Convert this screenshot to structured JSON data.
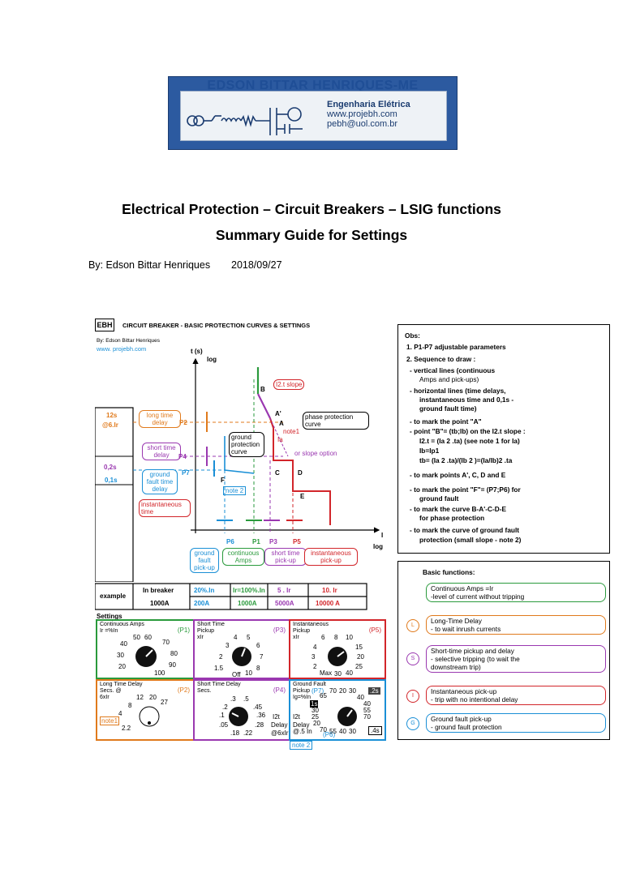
{
  "banner": {
    "company": "EDSON BITTAR HENRIQUES-ME",
    "line1": "Engenharia Elétrica",
    "line2": "www.projebh.com",
    "line3": "pebh@uol.com.br"
  },
  "doc": {
    "title1": "Electrical Protection – Circuit Breakers – LSIG functions",
    "title2": "Summary Guide for Settings",
    "byline": "By:  Edson Bittar Henriques",
    "date": "2018/09/27"
  },
  "figure": {
    "ebh": "EBH",
    "heading": "CIRCUIT BREAKER - BASIC PROTECTION CURVES & SETTINGS",
    "author": "By: Edson Bittar Henriques",
    "site": "www. projebh.com",
    "yaxis1": "t (s)",
    "yaxis2": "log",
    "xaxis1": "I",
    "xaxis2": "log",
    "i2t": "I2.t slope",
    "phase_curve": "phase protection curve",
    "ground_curve": "ground protection curve",
    "slope_option": "or slope option",
    "note1": "note1",
    "note2": "note 2",
    "ia": "Ia",
    "points": {
      "B": "B",
      "A1": "A'",
      "A": "A",
      "C": "C",
      "D": "D",
      "E": "E",
      "F": "F"
    },
    "left_values": {
      "v12s": "12s",
      "at6ir": "@6.Ir",
      "v02s": "0,2s",
      "v01s": "0,1s"
    },
    "callouts": {
      "long": "long time delay",
      "short": "short time delay",
      "ground": "ground fault time delay",
      "inst": "instantaneous time"
    },
    "params": {
      "P1": "P1",
      "P2": "P2",
      "P3": "P3",
      "P4": "P4",
      "P5": "P5",
      "P6": "P6",
      "P7": "P7"
    },
    "bottom_callouts": {
      "ground_pickup": "ground fault pick-up",
      "continuous": "continuous Amps",
      "short_pickup": "short time pick-up",
      "inst_pickup": "instantaneous pick-up"
    },
    "example": {
      "label": "example",
      "breaker_label": "In breaker",
      "breaker_value": "1000A",
      "col1_top": "20%.In",
      "col1_bot": "200A",
      "col2_top": "Ir=100%.In",
      "col2_bot": "1000A",
      "col3_top": "5 . Ir",
      "col3_bot": "5000A",
      "col4_top": "10. Ir",
      "col4_bot": "10000 A"
    },
    "settings": {
      "label": "Settings",
      "p1": {
        "title": "Continuous Amps",
        "sub": "Ir =%In",
        "code": "(P1)",
        "ticks": [
          "50",
          "60",
          "70",
          "40",
          "80",
          "30",
          "90",
          "20",
          "100"
        ]
      },
      "p3": {
        "title": "Short Time",
        "sub1": "Pickup",
        "sub2": "xIr",
        "code": "(P3)",
        "ticks": [
          "4",
          "5",
          "3",
          "6",
          "2",
          "7",
          "1.5",
          "8",
          "10",
          "Off"
        ]
      },
      "p5": {
        "title": "Instantaneous",
        "sub1": "Pickup",
        "sub2": "xIr",
        "code": "(P5)",
        "ticks": [
          "6",
          "8",
          "10",
          "4",
          "15",
          "3",
          "20",
          "2",
          "25",
          "Max",
          "40",
          "30"
        ]
      },
      "p2": {
        "title": "Long Time Delay",
        "sub1": "Secs. @",
        "sub2": "6xIr",
        "code": "(P2)",
        "ticks": [
          "12",
          "20",
          "8",
          "27",
          "4",
          "2.2"
        ],
        "note": "note1"
      },
      "p4": {
        "title": "Short Time Delay",
        "sub": "Secs.",
        "code": "(P4)",
        "ticks": [
          ".3",
          ".5",
          ".2",
          ".45",
          ".1",
          ".36",
          ".05",
          ".28",
          ".18",
          ".22"
        ],
        "extra1": "I2t",
        "extra2": "Delay",
        "extra3": "@6xIr"
      },
      "p6": {
        "title": "Ground Fault",
        "sub1": "Pickup",
        "sub2": "Ig=%In",
        "code": "(P7)",
        "code2": "(P6)",
        "ticks": [
          "70",
          "20",
          "30",
          "65",
          "40",
          "1s",
          "40",
          "55",
          "30",
          "70",
          "25",
          "20",
          "70",
          "55",
          "40",
          "30"
        ],
        "extra1": "I2t",
        "extra2": "Delay",
        "extra3": "@.5 In",
        "opt1": ".2s",
        "opt2": ".4s",
        "note": "note 2"
      }
    }
  },
  "obs": {
    "title": "Obs:",
    "lines": [
      "1.   P1-P7 adjustable parameters",
      "2.  Sequence to draw :",
      "-  vertical lines (continuous",
      "Amps and pick-ups)",
      "-  horizontal lines (time delays,",
      "instantaneous time and 0,1s -",
      "ground fault time)",
      "-  to mark the point \"A\"",
      "-  point \"B\"= (tb;Ib)     on the I2.t slope :",
      "I2.t = (Ia 2 .ta)    (see note 1 for Ia)",
      "Ib=Ip1",
      "tb= (Ia 2 .ta)/(Ib 2 )=(Ia/Ib)2  .ta",
      "-  to mark points  A', C, D and E",
      "-  to mark the point  \"F\"= (P7;P6)   for",
      "ground fault",
      "-  to mark the curve B-A'-C-D-E",
      "for phase protection",
      "-  to  mark the curve of ground fault",
      "protection  (small slope - note 2)"
    ]
  },
  "basic": {
    "title": "Basic functions:",
    "items": [
      {
        "letter": "",
        "l1": "Continuous  Amps =Ir",
        "l2": "-level of current without tripping",
        "color": "#2a9a3c"
      },
      {
        "letter": "L",
        "l1": "Long-Time Delay",
        "l2": "- to wait inrush currents",
        "color": "#e07a1c"
      },
      {
        "letter": "S",
        "l1": "Short-time pickup and delay",
        "l2": "- selective tripping  (to wait the",
        "l3": "downstream trip)",
        "color": "#9a38b0"
      },
      {
        "letter": "I",
        "l1": "Instantaneous pick-up",
        "l2": "- trip with no intentional delay",
        "color": "#d2252a"
      },
      {
        "letter": "G",
        "l1": "Ground fault pick-up",
        "l2": "- ground fault protection",
        "color": "#1a8fd6"
      }
    ]
  }
}
